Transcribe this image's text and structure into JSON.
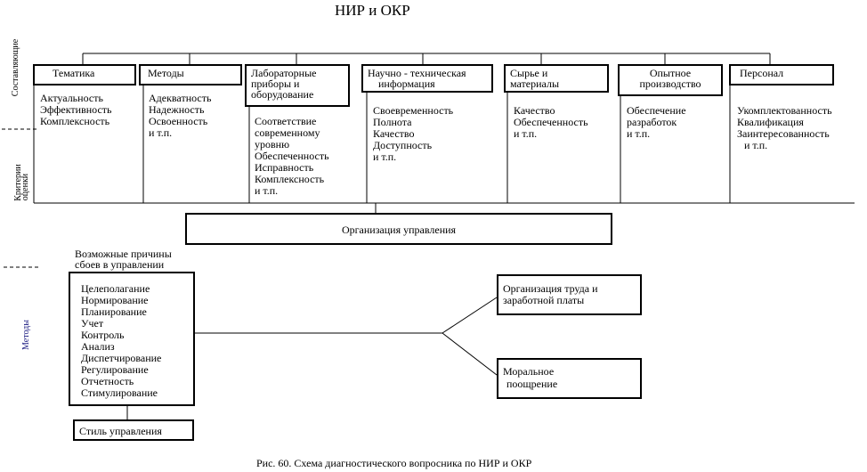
{
  "title": "НИР и ОКР",
  "side_labels": {
    "components": "Составляющие",
    "criteria": [
      "Критерии",
      "оценки"
    ],
    "methods": "Методы"
  },
  "columns": [
    {
      "header": [
        "Тематика"
      ],
      "items": [
        "Актуальность",
        "Эффективность",
        "Комплексность"
      ]
    },
    {
      "header": [
        "Методы"
      ],
      "items": [
        "Адекватность",
        "Надежность",
        "Освоенность",
        "и т.п."
      ]
    },
    {
      "header": [
        "Лабораторные",
        "приборы и",
        "оборудование"
      ],
      "items": [
        "Соответствие",
        "современному",
        "уровню",
        "Обеспеченность",
        "Исправность",
        "Комплексность",
        "и т.п."
      ]
    },
    {
      "header": [
        "Научно - техническая",
        "информация"
      ],
      "items": [
        "Своевременность",
        "Полнота",
        "Качество",
        "Доступность",
        "и т.п."
      ]
    },
    {
      "header": [
        "Сырье и",
        "материалы"
      ],
      "items": [
        "Качество",
        "Обеспеченность",
        "и т.п."
      ]
    },
    {
      "header": [
        "Опытное",
        "производство"
      ],
      "items": [
        "Обеспечение",
        "разработок",
        "и т.п."
      ]
    },
    {
      "header": [
        "Персонал"
      ],
      "items": [
        "Укомплектованность",
        "Квалификация",
        "Заинтересованность",
        "и т.п."
      ]
    }
  ],
  "management_box": "Организация управления",
  "failure_caption": [
    "Возможные причины",
    "сбоев в управлении"
  ],
  "failure_methods": [
    "Целеполагание",
    "Нормирование",
    "Планирование",
    "Учет",
    "Контроль",
    "Анализ",
    "Диспетчирование",
    "Регулирование",
    "Отчетность",
    "Стимулирование"
  ],
  "style_box": "Стиль управления",
  "labor_box": [
    "Организация труда и",
    "заработной платы"
  ],
  "moral_box": [
    "Моральное",
    "поощрение"
  ],
  "caption": "Рис. 60. Схема диагностического вопросника по НИР и ОКР"
}
